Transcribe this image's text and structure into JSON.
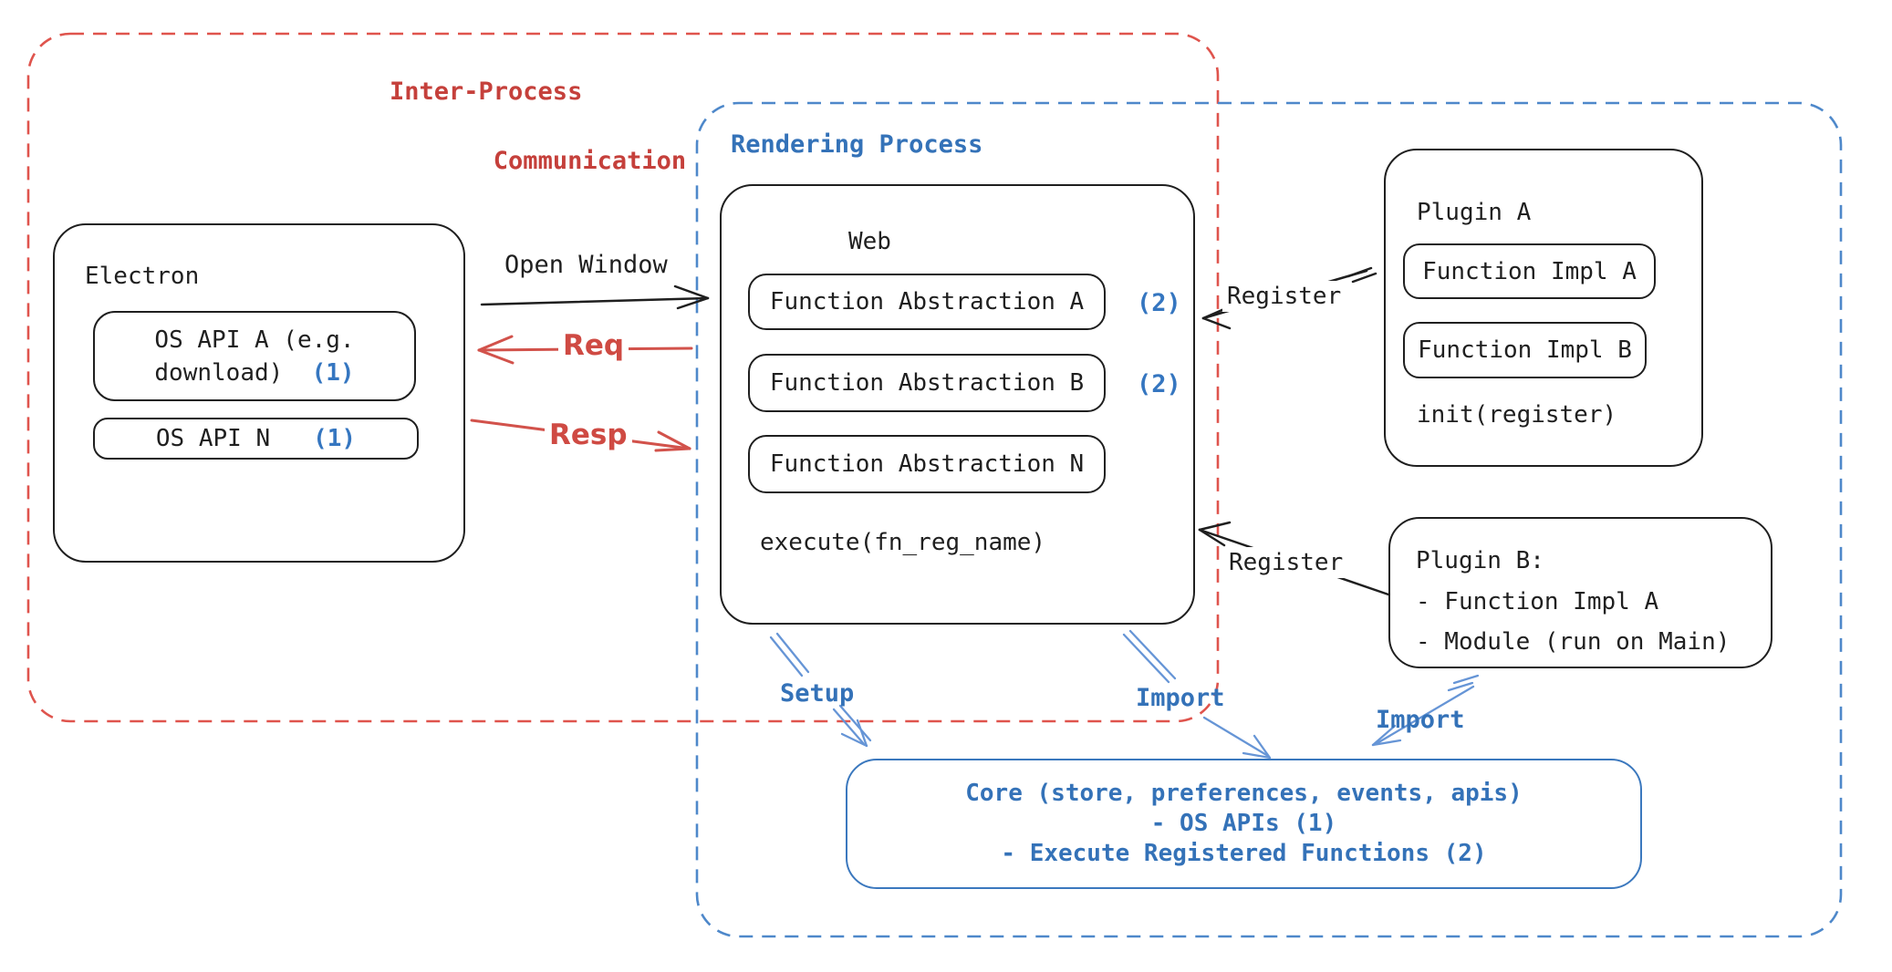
{
  "diagram": {
    "ipc": {
      "label_line1": "Inter-Process",
      "label_line2": "Communication"
    },
    "rendering": {
      "label": "Rendering Process"
    },
    "electron": {
      "title": "Electron",
      "api_a": {
        "line1": "OS API A (e.g.",
        "line2": "download)",
        "badge": "(1)"
      },
      "api_n": {
        "label": "OS API N",
        "badge": "(1)"
      }
    },
    "web": {
      "title": "Web",
      "fa_a": {
        "label": "Function Abstraction A",
        "badge": "(2)"
      },
      "fa_b": {
        "label": "Function Abstraction B",
        "badge": "(2)"
      },
      "fa_n": {
        "label": "Function Abstraction N"
      },
      "execute": "execute(fn_reg_name)"
    },
    "plugin_a": {
      "title": "Plugin A",
      "impl_a": "Function Impl A",
      "impl_b": "Function Impl B",
      "init": "init(register)"
    },
    "plugin_b": {
      "title": "Plugin B:",
      "item1": "- Function Impl A",
      "item2": "- Module (run on Main)"
    },
    "core": {
      "line1": "Core (store, preferences, events, apis)",
      "line2": "- OS APIs (1)",
      "line3": "- Execute Registered Functions (2)"
    },
    "arrows": {
      "open_window": "Open Window",
      "req": "Req",
      "resp": "Resp",
      "register_top": "Register",
      "register_bottom": "Register",
      "setup": "Setup",
      "import_left": "Import",
      "import_right": "Import"
    },
    "colors": {
      "red_stroke": "#df544d",
      "red_text": "#c5403b",
      "blue_stroke": "#4e88ca",
      "blue_text": "#3472b8",
      "blue_arrow": "#6695d6",
      "black": "#1f1f1f"
    }
  }
}
